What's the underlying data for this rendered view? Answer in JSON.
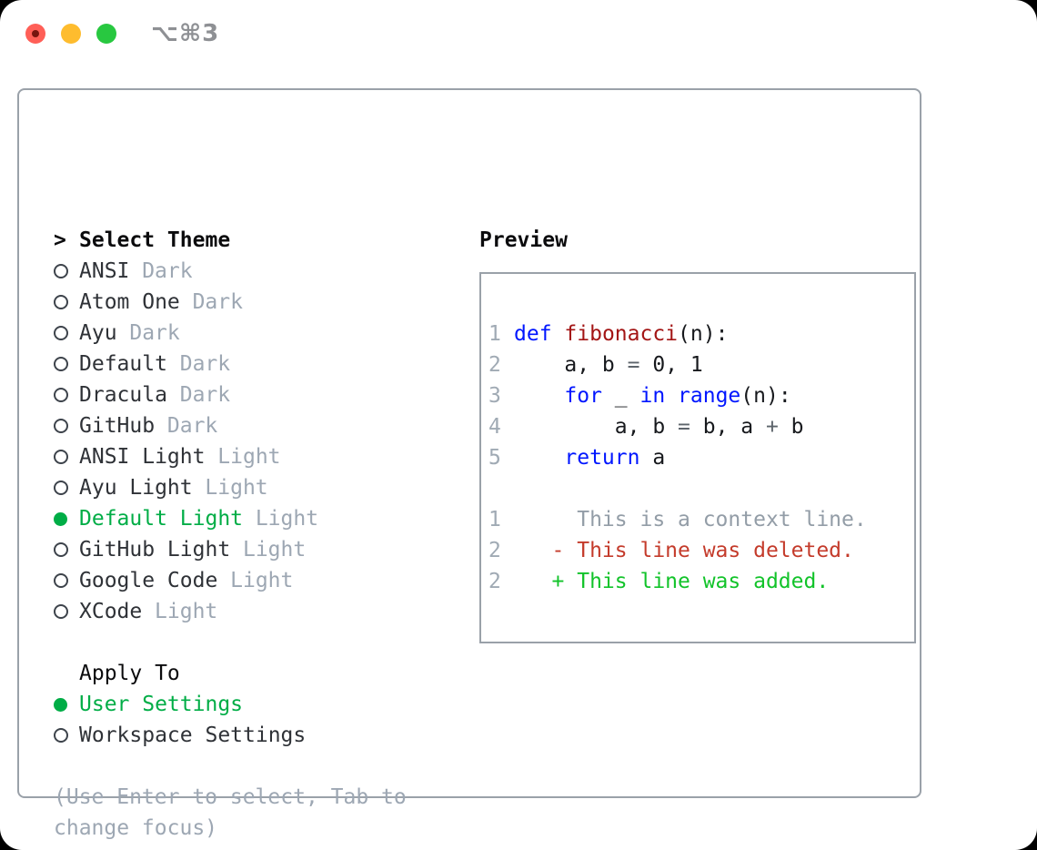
{
  "titlebar": {
    "shortcut": "⌥⌘3"
  },
  "theme_list": {
    "header_prefix": ">",
    "header": "Select Theme",
    "items": [
      {
        "name": "ANSI",
        "variant": "Dark",
        "selected": false
      },
      {
        "name": "Atom One",
        "variant": "Dark",
        "selected": false
      },
      {
        "name": "Ayu",
        "variant": "Dark",
        "selected": false
      },
      {
        "name": "Default",
        "variant": "Dark",
        "selected": false
      },
      {
        "name": "Dracula",
        "variant": "Dark",
        "selected": false
      },
      {
        "name": "GitHub",
        "variant": "Dark",
        "selected": false
      },
      {
        "name": "ANSI Light",
        "variant": "Light",
        "selected": false
      },
      {
        "name": "Ayu Light",
        "variant": "Light",
        "selected": false
      },
      {
        "name": "Default Light",
        "variant": "Light",
        "selected": true
      },
      {
        "name": "GitHub Light",
        "variant": "Light",
        "selected": false
      },
      {
        "name": "Google Code",
        "variant": "Light",
        "selected": false
      },
      {
        "name": "XCode",
        "variant": "Light",
        "selected": false
      }
    ]
  },
  "apply_to": {
    "header": "Apply To",
    "options": [
      {
        "label": "User Settings",
        "selected": true
      },
      {
        "label": "Workspace Settings",
        "selected": false
      }
    ]
  },
  "hint": {
    "line1": "(Use Enter to select, Tab to",
    "line2": "change focus)"
  },
  "preview": {
    "header": "Preview",
    "code_lines": [
      {
        "num": "1",
        "tokens": [
          {
            "t": "def",
            "c": "kw"
          },
          {
            "t": " "
          },
          {
            "t": "fibonacci",
            "c": "fn"
          },
          {
            "t": "(n):"
          }
        ]
      },
      {
        "num": "2",
        "tokens": [
          {
            "t": "    a, b "
          },
          {
            "t": "=",
            "c": "op"
          },
          {
            "t": " 0, 1"
          }
        ]
      },
      {
        "num": "3",
        "tokens": [
          {
            "t": "    "
          },
          {
            "t": "for",
            "c": "kw"
          },
          {
            "t": " _ "
          },
          {
            "t": "in",
            "c": "kw"
          },
          {
            "t": " "
          },
          {
            "t": "range",
            "c": "kw"
          },
          {
            "t": "(n):"
          }
        ]
      },
      {
        "num": "4",
        "tokens": [
          {
            "t": "        a, b "
          },
          {
            "t": "=",
            "c": "op"
          },
          {
            "t": " b, a "
          },
          {
            "t": "+",
            "c": "op"
          },
          {
            "t": " b"
          }
        ]
      },
      {
        "num": "5",
        "tokens": [
          {
            "t": "    "
          },
          {
            "t": "return",
            "c": "kw"
          },
          {
            "t": " a"
          }
        ]
      }
    ],
    "diff_lines": [
      {
        "num": "1",
        "kind": "ctx",
        "text": "     This is a context line."
      },
      {
        "num": "2",
        "kind": "del",
        "text": "   - This line was deleted."
      },
      {
        "num": "2",
        "kind": "add",
        "text": "   + This line was added."
      }
    ]
  },
  "colors": {
    "selection_green": "#00ad46",
    "diff_added": "#12c32a",
    "diff_deleted": "#c43b2b",
    "keyword_blue": "#0016ff",
    "function_red": "#a31515",
    "code_fg": "#17191d",
    "context_gray": "#939da7",
    "linenum_gray": "#a0aab4",
    "muted_gray": "#9da7b3",
    "panel_border": "#9aa1a9",
    "ring_gray": "#3d434b",
    "shortcut_gray": "#8e9094",
    "traffic_red": "#ff5f57",
    "traffic_red_dot": "#77150f",
    "traffic_yellow": "#febc2e",
    "traffic_green": "#28c840"
  }
}
